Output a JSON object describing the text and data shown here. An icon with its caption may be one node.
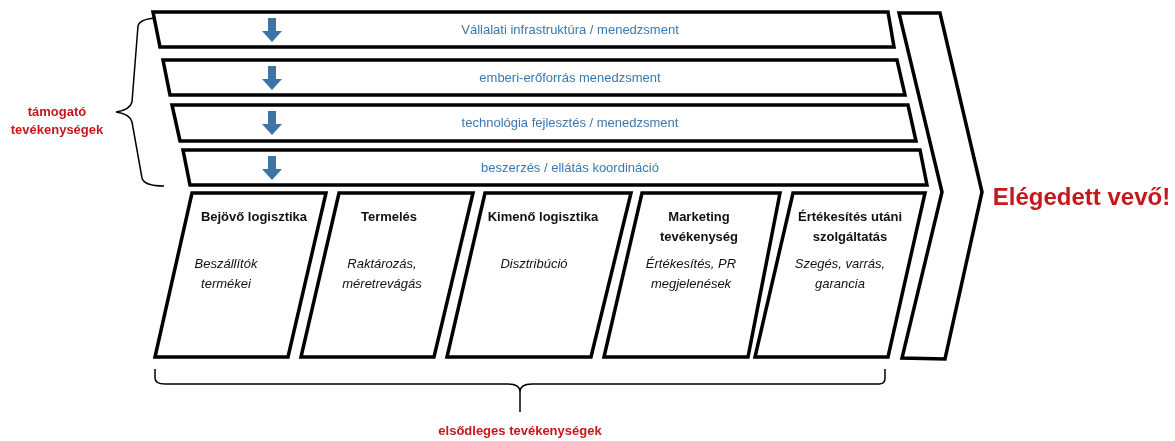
{
  "diagram": {
    "nodes": [
      {
        "text": [
          "Vállalati infrastruktúra / menedzsment"
        ]
      },
      {
        "text": [
          "emberi-erőforrás menedzsment"
        ]
      },
      {
        "text": [
          "technológia fejlesztés / menedzsment"
        ]
      },
      {
        "text": [
          "beszerzés / ellátás koordináció"
        ]
      },
      {
        "text": [
          "Bejövő logisztika",
          "Beszállítók termékei"
        ]
      },
      {
        "text": [
          "Termelés",
          "Raktározás, méretrevágás"
        ]
      },
      {
        "text": [
          "Kimenő logisztika",
          "Disztribúció"
        ]
      },
      {
        "text": [
          "Marketing tevékenység",
          "Értékesítés, PR megjelenések"
        ]
      },
      {
        "text": [
          "Értékesítés utáni szolgáltatás",
          "Szegés, varrás, garancia"
        ]
      },
      {
        "text": [],
        "shape": "chevron"
      }
    ],
    "edges": [],
    "labels": [
      "támogató tevékenységek",
      "Elégedett vevő!",
      "elsődleges tevékenységek"
    ]
  }
}
